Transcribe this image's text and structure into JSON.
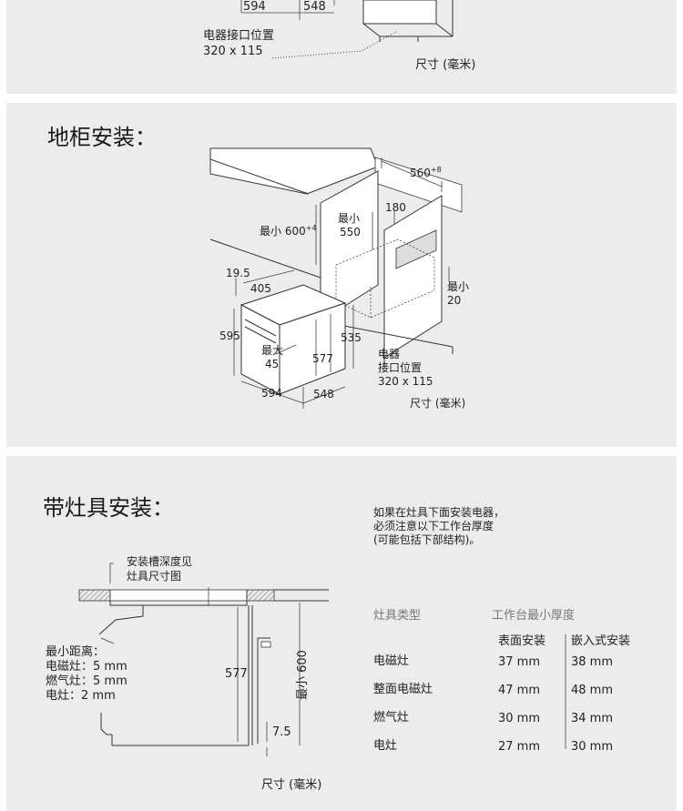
{
  "section_top": {
    "dim_width": "594",
    "dim_depth": "548",
    "socket_label": "电器接口位置",
    "socket_size": "320 x 115",
    "unit": "尺寸 (毫米)"
  },
  "section_cabinet": {
    "title": "地柜安装：",
    "width_main": "560",
    "width_sup": "+8",
    "height_label": "最小 600",
    "height_sup": "+4",
    "min_depth_label": "最小",
    "min_depth_value": "550",
    "back_gap": "180",
    "side_gap": "19.5",
    "oven_depth_top": "405",
    "oven_height": "595",
    "max_label": "最大",
    "max_value": "45",
    "inner_depth": "577",
    "cabinet_height": "535",
    "oven_width": "594",
    "cabinet_depth": "548",
    "min_gap_label": "最小",
    "min_gap_value": "20",
    "socket_line1": "电器",
    "socket_line2": "接口位置",
    "socket_size": "320 x 115",
    "unit": "尺寸 (毫米)"
  },
  "section_hob": {
    "title": "带灶具安装：",
    "slot_note_line1": "安装槽深度见",
    "slot_note_line2": "灶具尺寸图",
    "min_distance_title": "最小距离：",
    "min_distance_items": [
      "电磁灶：5 mm",
      "燃气灶：5 mm",
      "电灶：2 mm"
    ],
    "inner_height": "577",
    "min_height": "最小 600",
    "bottom_gap": "7.5",
    "unit": "尺寸 (毫米)",
    "note_line1": "如果在灶具下面安装电器，",
    "note_line2": "必须注意以下工作台厚度",
    "note_line3": "(可能包括下部结构)。",
    "table": {
      "head_type": "灶具类型",
      "head_min": "工作台最小厚度",
      "col_surface": "表面安装",
      "col_embedded": "嵌入式安装",
      "rows": [
        {
          "type": "电磁灶",
          "surface": "37 mm",
          "embedded": "38 mm"
        },
        {
          "type": "整面电磁灶",
          "surface": "47 mm",
          "embedded": "48 mm"
        },
        {
          "type": "燃气灶",
          "surface": "30 mm",
          "embedded": "34 mm"
        },
        {
          "type": "电灶",
          "surface": "27 mm",
          "embedded": "30 mm"
        }
      ]
    }
  }
}
